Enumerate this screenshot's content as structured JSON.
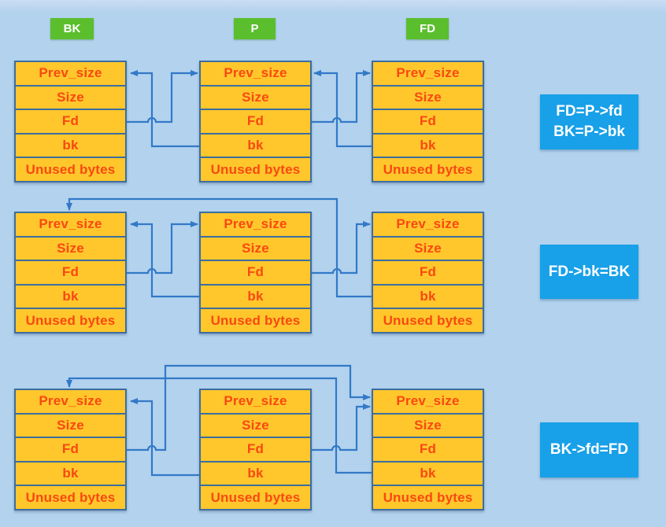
{
  "colors": {
    "background": "#B2D2EE",
    "cell_fill": "#FFC72B",
    "cell_border": "#3C6DA0",
    "cell_text": "#F94812",
    "arrow": "#3279C8",
    "column_label_bg": "#5BBE2D",
    "note_bg": "#18A0E8",
    "label_text": "#FFFFFF"
  },
  "columns": [
    {
      "id": "bk",
      "label": "BK"
    },
    {
      "id": "p",
      "label": "P"
    },
    {
      "id": "fd",
      "label": "FD"
    }
  ],
  "chunk_fields": [
    "Prev_size",
    "Size",
    "Fd",
    "bk",
    "Unused bytes"
  ],
  "rows": [
    {
      "name": "step-1",
      "note_lines": [
        "FD=P->fd",
        "BK=P->bk"
      ],
      "links": [
        "BK.fd -> P",
        "P.bk -> BK",
        "P.fd -> FD",
        "FD.bk -> P"
      ]
    },
    {
      "name": "step-2",
      "note_lines": [
        "FD->bk=BK"
      ],
      "links": [
        "BK.fd -> P",
        "P.bk -> BK",
        "P.fd -> FD",
        "FD.bk -> BK"
      ]
    },
    {
      "name": "step-3",
      "note_lines": [
        "BK->fd=FD"
      ],
      "links": [
        "P.bk -> BK",
        "BK.fd -> FD",
        "P.fd -> FD",
        "FD.bk -> BK"
      ]
    }
  ]
}
